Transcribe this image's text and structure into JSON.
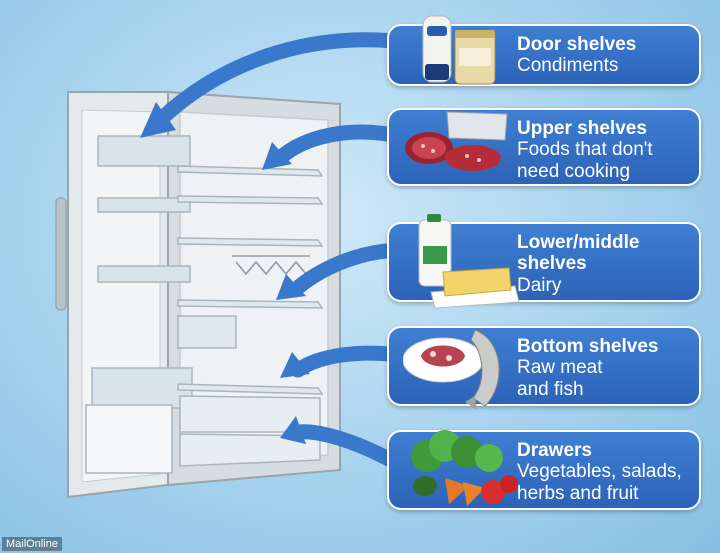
{
  "cards": [
    {
      "title": "Door shelves",
      "desc": "Condiments"
    },
    {
      "title": "Upper shelves",
      "desc": "Foods that don't\nneed cooking"
    },
    {
      "title": "Lower/middle\nshelves",
      "desc": "Dairy"
    },
    {
      "title": "Bottom shelves",
      "desc": "Raw meat\nand fish"
    },
    {
      "title": "Drawers",
      "desc": "Vegetables, salads,\nherbs and fruit"
    }
  ],
  "credit": "MailOnline",
  "colors": {
    "card": "#2c63b8",
    "arrow": "#3a78cc",
    "background": "#a6d2ee"
  }
}
